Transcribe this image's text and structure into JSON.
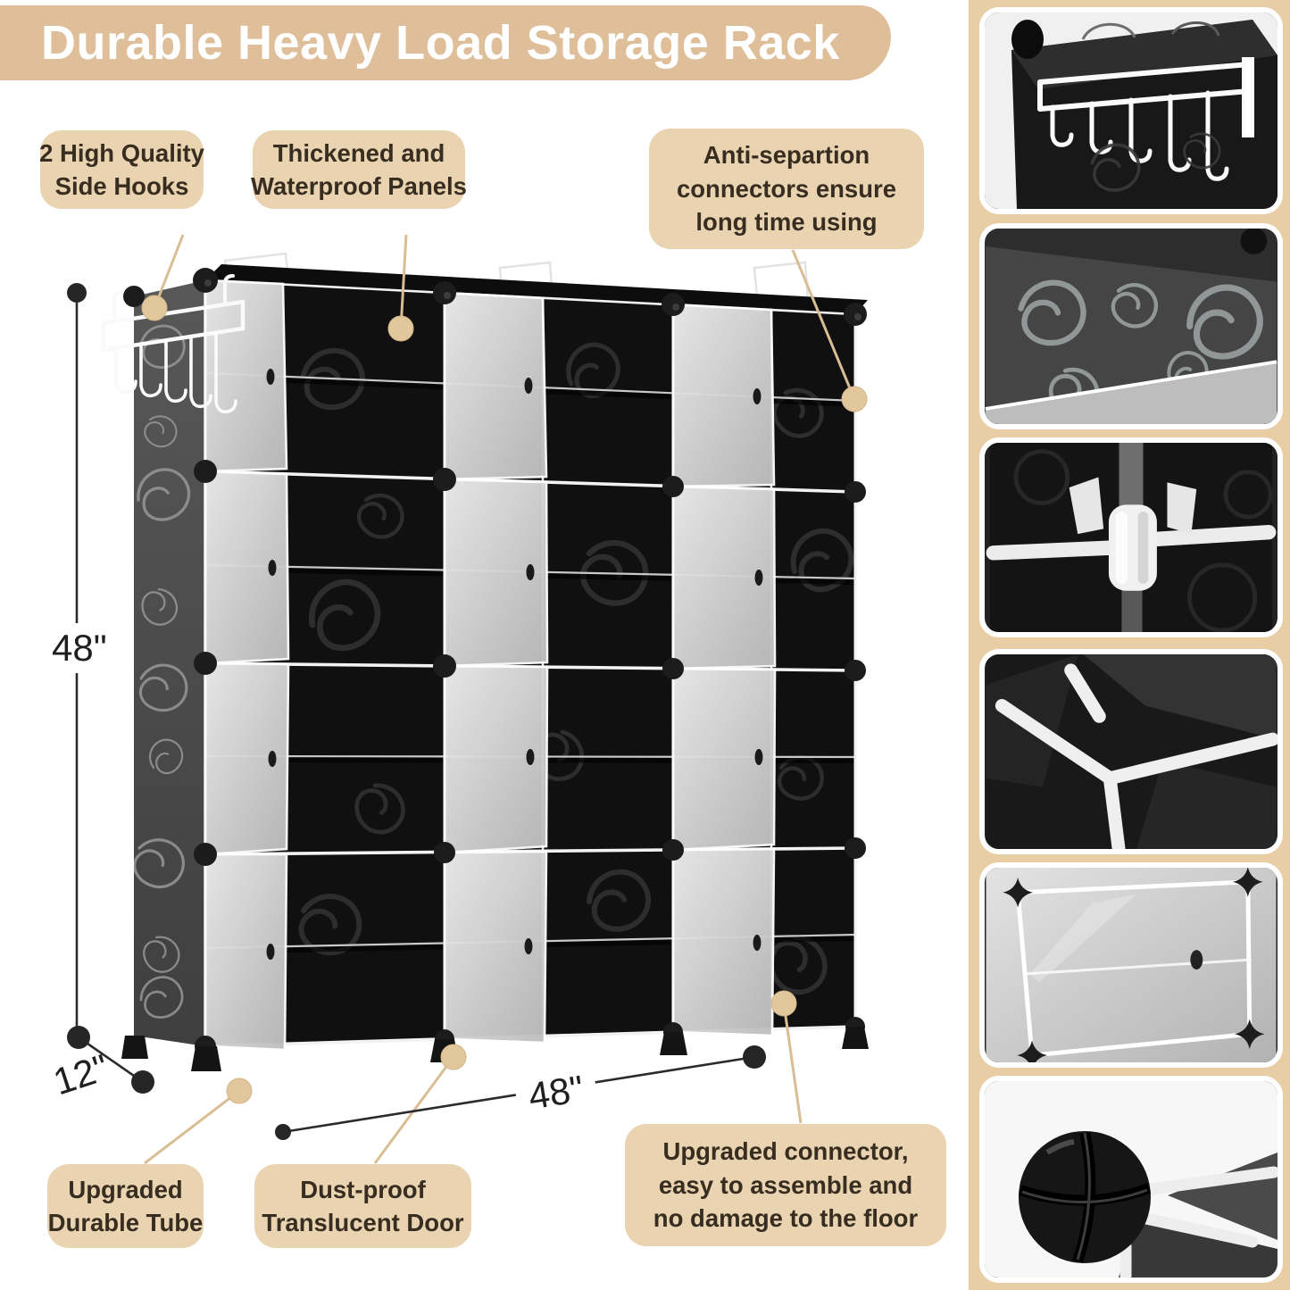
{
  "banner": {
    "title": "Durable Heavy Load Storage Rack"
  },
  "callouts": {
    "side_hooks": {
      "line1": "2 High Quality",
      "line2": "Side Hooks"
    },
    "panels": {
      "line1": "Thickened and",
      "line2": "Waterproof Panels"
    },
    "connectors": {
      "line1": "Anti-separtion",
      "line2": "connectors ensure",
      "line3": "long time using"
    },
    "tube": {
      "line1": "Upgraded",
      "line2": "Durable Tube"
    },
    "door": {
      "line1": "Dust-proof",
      "line2": "Translucent Door"
    },
    "floor_connector": {
      "line1": "Upgraded connector,",
      "line2": "easy to assemble and",
      "line3": "no damage to the floor"
    }
  },
  "dimensions": {
    "height": "48\"",
    "depth": "12\"",
    "width": "48\""
  },
  "thumbnails": {
    "items": [
      {
        "name": "side-hooks-closeup-photo"
      },
      {
        "name": "waterproof-panel-closeup-photo"
      },
      {
        "name": "anti-separation-connector-closeup-photo"
      },
      {
        "name": "durable-tube-joint-closeup-photo"
      },
      {
        "name": "translucent-door-closeup-photo"
      },
      {
        "name": "floor-connector-closeup-photo"
      }
    ]
  },
  "colors": {
    "banner_bg": "#debf9a",
    "callout_bg": "#ead3b0",
    "strip_bg": "#e8cda5",
    "leader_line": "#d9bd94",
    "leader_dot": "#e3c79c",
    "text_dark": "#372d20",
    "dimension_line": "#2b2b2b",
    "banner_text": "#ffffff",
    "rack_black": "#101010",
    "rack_side_gray": "#4c4c4c"
  }
}
